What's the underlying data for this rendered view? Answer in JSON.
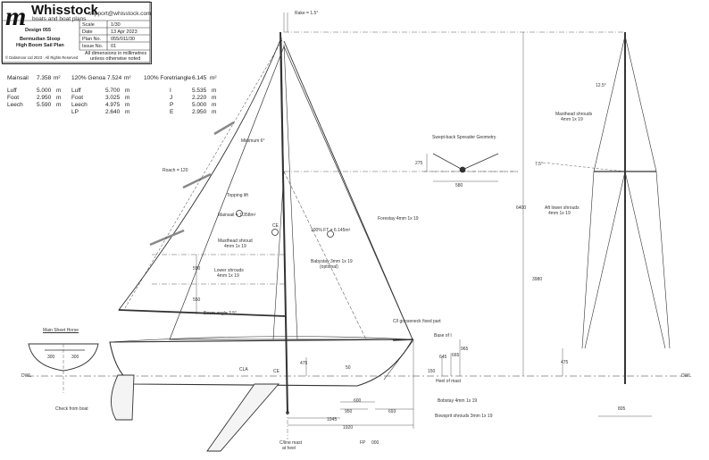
{
  "title_block": {
    "logo_letter": "m",
    "brand": "Whisstock",
    "tagline": "boats and boat plans",
    "email": "support@whisstock.com",
    "design": "Design 055",
    "name_line1": "Bermudian Sloop",
    "name_line2": "High Boom Sail Plan",
    "copyright": "© Dabsmoor Ltd 2023 · All Rights Reserved",
    "scale_label": "Scale",
    "scale_value": "1/30",
    "date_label": "Date",
    "date_value": "13 Apr 2023",
    "plan_label": "Plan No.",
    "plan_value": "055/011/30",
    "issue_label": "Issue No.",
    "issue_value": "01",
    "note_line1": "All dimensions in millimetres",
    "note_line2": "unless otherwise noted"
  },
  "sail_stats": {
    "mainsail": {
      "label": "Mainsail",
      "area": "7.358",
      "unit": "m²",
      "rows": [
        [
          "Luff",
          "5.000",
          "m"
        ],
        [
          "Foot",
          "2.950",
          "m"
        ],
        [
          "Leech",
          "5.590",
          "m"
        ]
      ]
    },
    "genoa": {
      "label": "120% Genoa",
      "area": "7.524",
      "unit": "m²",
      "rows": [
        [
          "Luff",
          "5.700",
          "m"
        ],
        [
          "Foot",
          "3.025",
          "m"
        ],
        [
          "Leech",
          "4.975",
          "m"
        ],
        [
          "LP",
          "2.640",
          "m"
        ]
      ]
    },
    "foretriangle": {
      "label": "100% Foretriangle",
      "area": "6.145",
      "unit": "m²",
      "rows": [
        [
          "I",
          "5.535",
          "m"
        ],
        [
          "J",
          "2.220",
          "m"
        ],
        [
          "P",
          "5.000",
          "m"
        ],
        [
          "E",
          "2.950",
          "m"
        ]
      ]
    }
  },
  "annotations": {
    "rake": "Rake = 1.5°",
    "minimum": "Minimum 6°",
    "roach": "Roach = 120",
    "topping_lift": "Topping lift",
    "mainsail_area": "Mainsail = 7.358m²",
    "ce": "CE",
    "ft_area": "100% FT = 6.145m²",
    "forestay": "Forestay 4mm 1x 19",
    "masthead_shroud_1": "Masthead shroud",
    "masthead_shroud_2": "4mm 1x 19",
    "lower_shrouds_1": "Lower shrouds",
    "lower_shrouds_2": "4mm 1x 19",
    "babystay_1": "Babystay 3mm 1x 19",
    "babystay_2": "(optional)",
    "boom_angle": "Boom angle 2.5°",
    "gooseneck": "C/l gooseneck fixed part",
    "spreader_title": "Swept-back Spreader Geometry",
    "base_of_i": "Base of I",
    "heel_of_mast": "Heel of mast",
    "bobstay": "Bobstay 4mm 1x 19",
    "bowsprit_shrouds": "Bowsprit shrouds 3mm 1x 19",
    "cline_1": "C/line mast",
    "cline_2": "at heel",
    "fp": "FP",
    "cla": "CLA",
    "dwl": "DWL",
    "main_sheet_horse": "Main Sheet Horse",
    "check_from_boat": "Check from boat",
    "rv_masthead_1": "Masthead shrouds",
    "rv_masthead_2": "4mm 1x 19",
    "rv_aft_lower_1": "Aft lower shrouds",
    "rv_aft_lower_2": "4mm 1x 19",
    "rv_angle": "12.5°",
    "spreader_angle": "7.5°"
  },
  "dimensions": {
    "d275": "275",
    "d580": "580",
    "d6400": "6400",
    "d3980": "3980",
    "d550": "550",
    "d475": "475",
    "d965": "965",
    "d645": "645",
    "d665": "665",
    "d150": "150",
    "d50": "50",
    "d600": "600",
    "d950": "950",
    "d693": "693",
    "d1045": "1045",
    "d1920": "1920",
    "d000": "000",
    "d300a": "300",
    "d300b": "300",
    "d805": "805",
    "d475r": "475"
  }
}
